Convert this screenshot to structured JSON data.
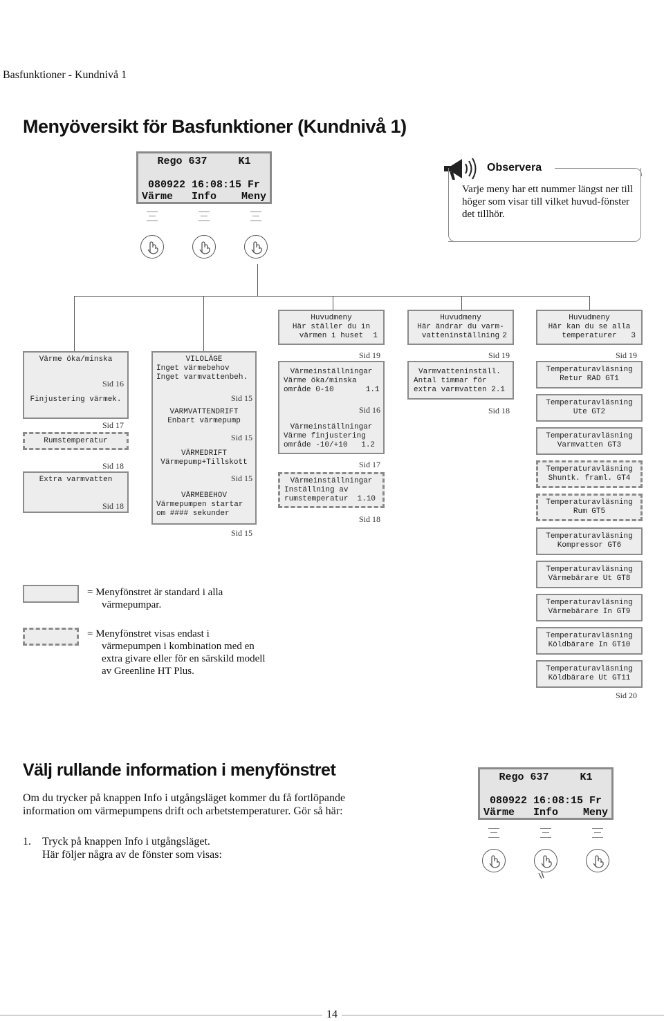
{
  "header": {
    "section_label": "Basfunktioner - Kundnivå 1"
  },
  "main": {
    "title": "Menyöversikt för Basfunktioner (Kundnivå 1)",
    "display": {
      "line1": "Rego 637     K1",
      "line2": "080922 16:08:15 Fr",
      "line3": "Värme   Info    Meny"
    },
    "note": {
      "title": "Observera",
      "text": "Varje meny har ett nummer längst ner till höger som visar till vilket huvud-fönster det tillhör."
    },
    "headers": [
      {
        "l1": "Huvudmeny",
        "l2": "Här ställer du in",
        "l3": "värmen i huset",
        "num": "1"
      },
      {
        "l1": "Huvudmeny",
        "l2": "Här ändrar du varm-",
        "l3": "vatteninställning",
        "num": "2"
      },
      {
        "l1": "Huvudmeny",
        "l2": "Här kan du se alla",
        "l3": "temperaturer",
        "num": "3"
      }
    ],
    "col1": {
      "items": [
        "Värme öka/minska",
        "Finjustering värmek.",
        "Rumstemperatur",
        "Extra varmvatten"
      ],
      "sids": [
        "Sid 16",
        "Sid 17",
        "Sid 18",
        "Sid 18"
      ]
    },
    "col2": {
      "items": [
        {
          "l1": "VILOLÄGE",
          "l2": "Inget värmebehov",
          "l3": "Inget varmvattenbeh."
        },
        {
          "l1": "VARMVATTENDRIFT",
          "l2": "Enbart värmepump"
        },
        {
          "l1": "VÄRMEDRIFT",
          "l2": "Värmepump+Tillskott"
        },
        {
          "l1": "VÄRMEBEHOV",
          "l2": "Värmepumpen startar",
          "l3": "om #### sekunder"
        }
      ],
      "sids": [
        "Sid 15",
        "Sid 15",
        "Sid 15",
        "Sid 15"
      ]
    },
    "col3": {
      "items": [
        {
          "l1": "Värmeinställningar",
          "l2": "Värme öka/minska",
          "l3": "område 0-10       1.1"
        },
        {
          "l1": "Värmeinställningar",
          "l2": "Värme finjustering",
          "l3": "område -10/+10   1.2"
        },
        {
          "l1": "Värmeinställningar",
          "l2": "Inställning av",
          "l3": "rumstemperatur  1.10"
        }
      ],
      "sids": [
        "Sid 19",
        "Sid 16",
        "Sid 17",
        "Sid 18"
      ]
    },
    "col4": {
      "item": {
        "l1": "Varmvatteninställ.",
        "l2": "Antal timmar för",
        "l3": "extra varmvatten 2.1"
      },
      "sids": [
        "Sid 19",
        "Sid 18"
      ]
    },
    "col5": {
      "items": [
        {
          "l1": "Temperaturavläsning",
          "l2": "Retur RAD GT1"
        },
        {
          "l1": "Temperaturavläsning",
          "l2": "Ute GT2"
        },
        {
          "l1": "Temperaturavläsning",
          "l2": "Varmvatten GT3"
        },
        {
          "l1": "Temperaturavläsning",
          "l2": "Shuntk. framl. GT4"
        },
        {
          "l1": "Temperaturavläsning",
          "l2": "Rum GT5"
        },
        {
          "l1": "Temperaturavläsning",
          "l2": "Kompressor GT6"
        },
        {
          "l1": "Temperaturavläsning",
          "l2": "Värmebärare Ut GT8"
        },
        {
          "l1": "Temperaturavläsning",
          "l2": "Värmebärare In GT9"
        },
        {
          "l1": "Temperaturavläsning",
          "l2": "Köldbärare In GT10"
        },
        {
          "l1": "Temperaturavläsning",
          "l2": "Köldbärare Ut GT11"
        }
      ],
      "sids": [
        "Sid 19",
        "Sid 20"
      ]
    },
    "legend": {
      "standard": "= Menyfönstret är standard i alla värmepumpar.",
      "extra": "= Menyfönstret visas endast i värmepumpen i kombination med en extra givare eller för en särskild modell av Greenline HT Plus."
    },
    "section2": {
      "title": "Välj rullande information i menyfönstret",
      "para": "Om du trycker på knappen Info i utgångsläget kommer du få fortlöpande information om värmepumpens drift och arbetstemperaturer. Gör så här:",
      "step_num": "1.",
      "step_l1": "Tryck på knappen Info i utgångsläget.",
      "step_l2": "Här följer några av de fönster som visas:",
      "display": {
        "line1": "Rego 637     K1",
        "line2": "080922 16:08:15 Fr",
        "line3": "Värme   Info    Meny"
      }
    }
  },
  "footer": {
    "page_number": "14"
  }
}
